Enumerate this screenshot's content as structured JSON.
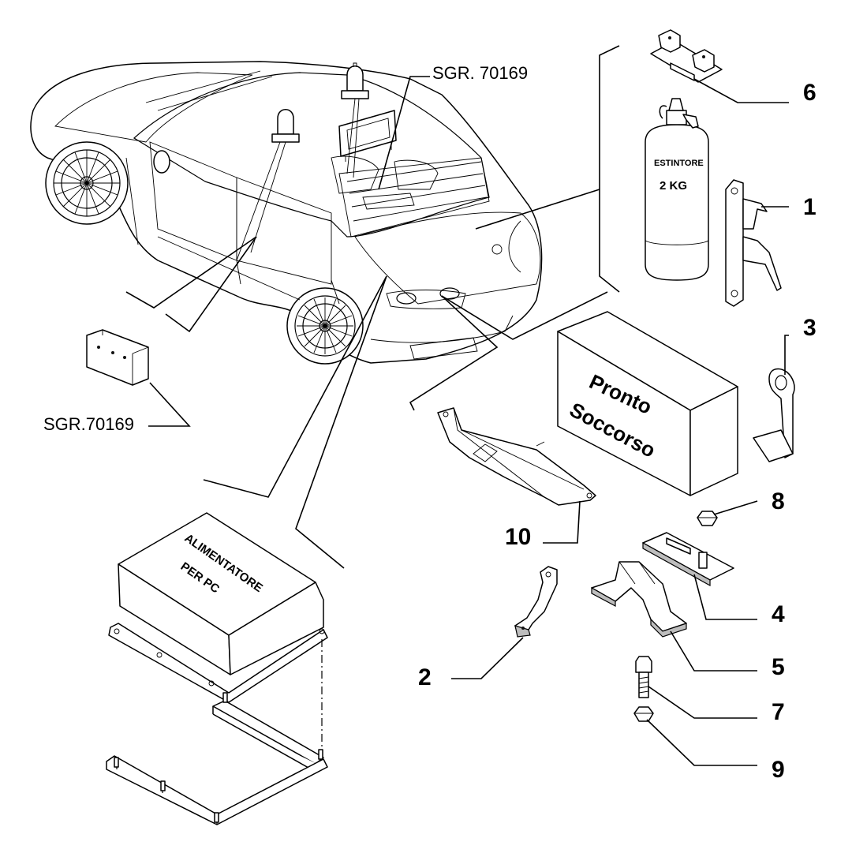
{
  "references": {
    "sgr_top": "SGR. 70169",
    "sgr_left": "SGR.70169"
  },
  "part_labels": {
    "extinguisher_text_1": "ESTINTORE",
    "extinguisher_text_2": "2 KG",
    "first_aid_line_1": "Pronto",
    "first_aid_line_2": "Soccorso",
    "power_unit_line_1": "ALIMENTATORE",
    "power_unit_line_2": "PER PC"
  },
  "callouts": [
    "1",
    "2",
    "3",
    "4",
    "5",
    "6",
    "7",
    "8",
    "9",
    "10"
  ]
}
